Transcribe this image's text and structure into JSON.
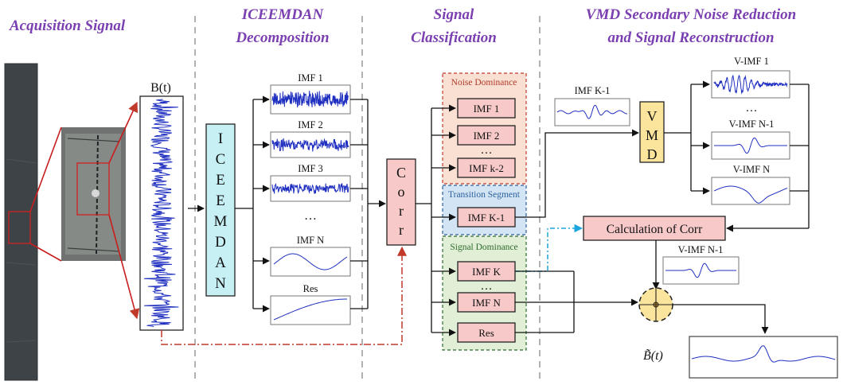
{
  "headers": {
    "acquisition": "Acquisition Signal",
    "iceemdan_1": "ICEEMDAN",
    "iceemdan_2": "Decomposition",
    "classification_1": "Signal",
    "classification_2": "Classification",
    "vmd_1": "VMD Secondary Noise Reduction",
    "vmd_2": "and Signal Reconstruction"
  },
  "signal_label": "B(t)",
  "iceemdan_block": [
    "I",
    "C",
    "E",
    "E",
    "M",
    "D",
    "A",
    "N"
  ],
  "imfs": {
    "imf1": "IMF 1",
    "imf2": "IMF 2",
    "imf3": "IMF 3",
    "dots": "…",
    "imfn": "IMF N",
    "res": "Res"
  },
  "corr_block": [
    "C",
    "o",
    "r",
    "r"
  ],
  "classification": {
    "noise_title": "Noise Dominance",
    "noise_items": [
      "IMF 1",
      "IMF 2",
      "IMF k-2"
    ],
    "noise_dots": "…",
    "transition_title": "Transition Segment",
    "transition_item": "IMF K-1",
    "signal_title": "Signal Dominance",
    "signal_items": [
      "IMF K",
      "IMF N",
      "Res"
    ],
    "signal_dots": "…"
  },
  "vmd": {
    "input_label": "IMF K-1",
    "block": [
      "V",
      "M",
      "D"
    ],
    "out1": "V-IMF 1",
    "dots": "…",
    "out2": "V-IMF N-1",
    "out3": "V-IMF N",
    "calc": "Calculation of Corr",
    "selected": "V-IMF N-1",
    "result_label": "B̃(t)"
  },
  "colors": {
    "header": "#7a3fb0",
    "signal": "#1f2fc0",
    "iceemdan_fill": "#c7f0f5",
    "pink_fill": "#f7c9c9",
    "vmd_fill": "#fbe49b",
    "noise_region": "#f9e0d2",
    "transition_region": "#d3e5f5",
    "signal_region": "#e1efd6",
    "dash_red": "#c0392b",
    "dash_cyan": "#1ba6df"
  }
}
